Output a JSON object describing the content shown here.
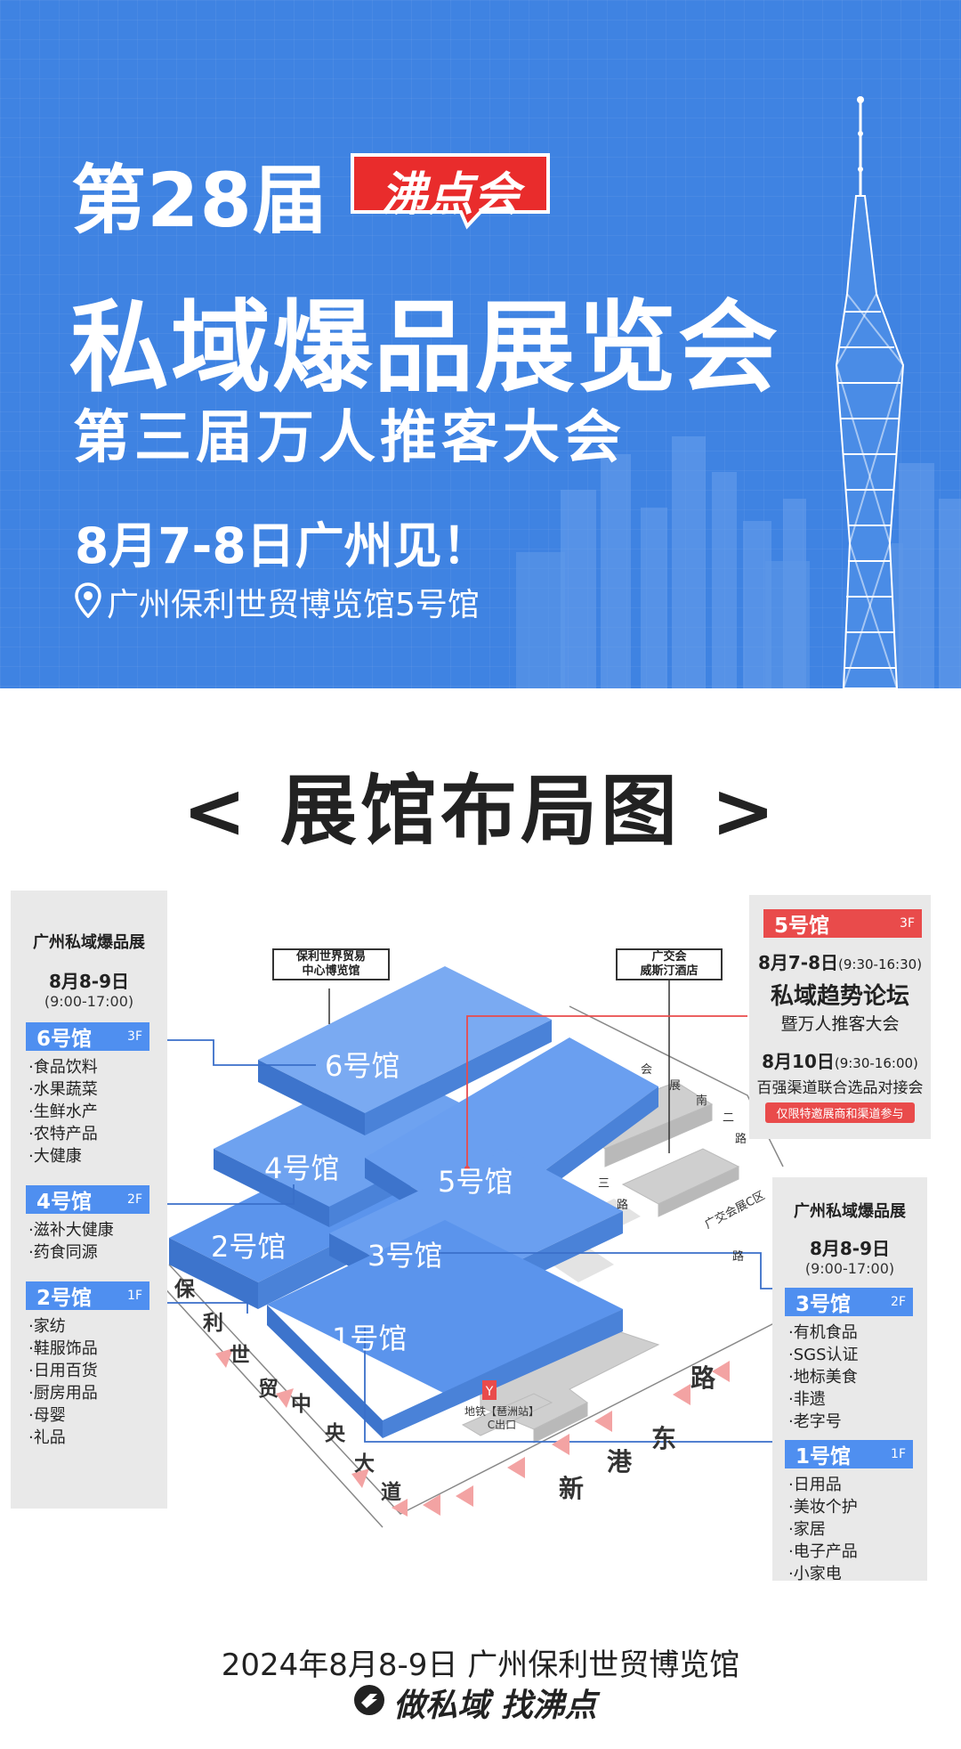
{
  "banner": {
    "edition": "第28届",
    "brand": "沸点会",
    "title_main": "私域爆品展览会",
    "title_sub": "第三届万人推客大会",
    "date_line": "8月7-8日广州见！",
    "venue_line": "广州保利世贸博览馆5号馆"
  },
  "section_title": "< 展馆布局图 >",
  "left_panel": {
    "title": "广州私域爆品展",
    "date": "8月8-9日",
    "hours": "(9:00-17:00)",
    "halls": [
      {
        "name": "6号馆",
        "floor": "3F",
        "items": [
          "·食品饮料",
          "·水果蔬菜",
          "·生鲜水产",
          "·农特产品",
          "·大健康"
        ]
      },
      {
        "name": "4号馆",
        "floor": "2F",
        "items": [
          "·滋补大健康",
          "·药食同源"
        ]
      },
      {
        "name": "2号馆",
        "floor": "1F",
        "items": [
          "·家纺",
          "·鞋服饰品",
          "·日用百货",
          "·厨房用品",
          "·母婴",
          "·礼品"
        ]
      }
    ]
  },
  "right_top_panel": {
    "hall": "5号馆",
    "floor": "3F",
    "event1_date": "8月7-8日",
    "event1_hours": "(9:30-16:30)",
    "event1_title": "私域趋势论坛",
    "event1_sub": "暨万人推客大会",
    "event2_date": "8月10日",
    "event2_hours": "(9:30-16:00)",
    "event2_title": "百强渠道联合选品对接会",
    "note": "仅限特邀展商和渠道参与"
  },
  "right_bottom_panel": {
    "title": "广州私域爆品展",
    "date": "8月8-9日",
    "hours": "(9:00-17:00)",
    "halls": [
      {
        "name": "3号馆",
        "floor": "2F",
        "items": [
          "·有机食品",
          "·SGS认证",
          "·地标美食",
          "·非遗",
          "·老字号"
        ]
      },
      {
        "name": "1号馆",
        "floor": "1F",
        "items": [
          "·日用品",
          "·美妆个护",
          "·家居",
          "·电子产品",
          "·小家电"
        ]
      }
    ]
  },
  "map": {
    "hall_labels": [
      "6号馆",
      "4号馆",
      "5号馆",
      "2号馆",
      "3号馆",
      "1号馆"
    ],
    "building_left": [
      "保利世界贸易",
      "中心博览馆"
    ],
    "building_right": [
      "广交会",
      "威斯汀酒店"
    ],
    "road_left": [
      "保",
      "利",
      "世",
      "贸",
      "中",
      "央",
      "大",
      "道"
    ],
    "road_bottom": [
      "新",
      "港",
      "东",
      "路"
    ],
    "road_right_top": [
      "会",
      "展",
      "南",
      "二",
      "路"
    ],
    "road_mid": [
      "三",
      "路"
    ],
    "road_small": "路",
    "canton_c": "广交会展C区",
    "metro": [
      "地铁【琶洲站】",
      "C出口"
    ]
  },
  "footer": {
    "date_line": "2024年8月8-9日 广州保利世贸博览馆",
    "slogan": "做私域 找沸点"
  },
  "colors": {
    "banner_blue": "#3f83e2",
    "hall_blue": "#5b94ec",
    "accent_red": "#e94b4b",
    "tag_blue": "#4f8ff0"
  }
}
